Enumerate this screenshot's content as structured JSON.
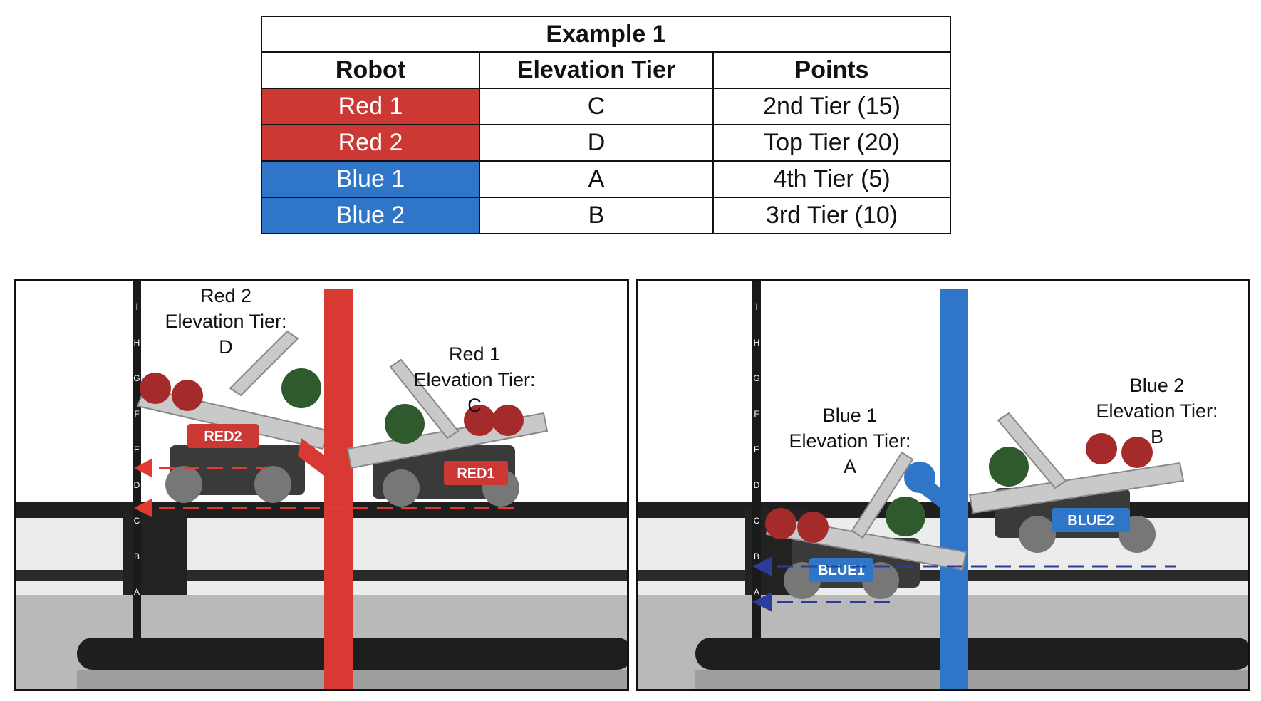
{
  "table": {
    "title": "Example 1",
    "headers": [
      "Robot",
      "Elevation Tier",
      "Points"
    ],
    "rows": [
      {
        "robot": "Red 1",
        "tier": "C",
        "points": "2nd Tier (15)",
        "alliance": "red"
      },
      {
        "robot": "Red 2",
        "tier": "D",
        "points": "Top Tier (20)",
        "alliance": "red"
      },
      {
        "robot": "Blue 1",
        "tier": "A",
        "points": "4th Tier (5)",
        "alliance": "blue"
      },
      {
        "robot": "Blue 2",
        "tier": "B",
        "points": "3rd Tier (10)",
        "alliance": "blue"
      }
    ]
  },
  "colors": {
    "red_alliance": "#cc3833",
    "blue_alliance": "#2f76c8",
    "red_arrow": "#e23a2e",
    "blue_arrow": "#2a3d9a"
  },
  "left_panel": {
    "labels": {
      "red2": {
        "line1": "Red 2",
        "line2": "Elevation Tier:",
        "line3": "D"
      },
      "red1": {
        "line1": "Red 1",
        "line2": "Elevation Tier:",
        "line3": "C"
      }
    },
    "plates": {
      "red2": "RED2",
      "red1": "RED1"
    },
    "scale_letters": [
      "I",
      "H",
      "G",
      "F",
      "E",
      "D",
      "C",
      "B",
      "A"
    ]
  },
  "right_panel": {
    "labels": {
      "blue1": {
        "line1": "Blue 1",
        "line2": "Elevation Tier:",
        "line3": "A"
      },
      "blue2": {
        "line1": "Blue 2",
        "line2": "Elevation Tier:",
        "line3": "B"
      }
    },
    "plates": {
      "blue1": "BLUE1",
      "blue2": "BLUE2"
    },
    "scale_letters": [
      "I",
      "H",
      "G",
      "F",
      "E",
      "D",
      "C",
      "B",
      "A"
    ]
  }
}
